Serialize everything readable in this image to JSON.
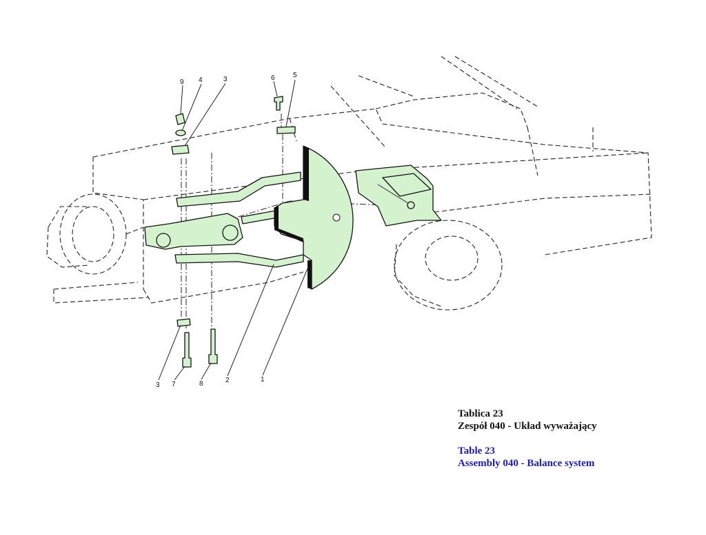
{
  "callouts": {
    "top": [
      "9",
      "4",
      "3",
      "6",
      "5"
    ],
    "bottom": [
      "3",
      "7",
      "8",
      "2",
      "1"
    ]
  },
  "caption": {
    "pl_title": "Tablica 23",
    "pl_subtitle": "Zespół 040 - Układ wyważający",
    "en_title": "Table 23",
    "en_subtitle": "Assembly 040 - Balance system"
  },
  "colors": {
    "part_fill": "#d5f2cf",
    "en_text": "#1a1acc",
    "pl_text": "#111111"
  }
}
